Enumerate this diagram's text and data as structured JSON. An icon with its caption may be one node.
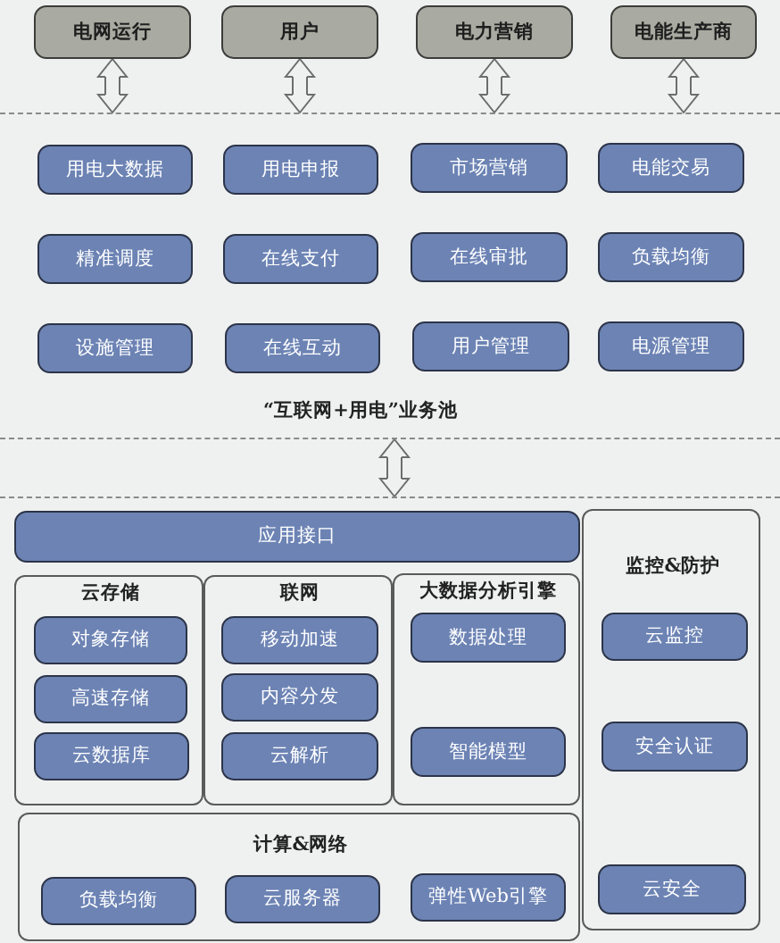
{
  "diagram": {
    "nodes": [
      {
        "text": [
          "电网运行"
        ]
      },
      {
        "text": [
          "用户"
        ]
      },
      {
        "text": [
          "电力营销"
        ]
      },
      {
        "text": [
          "电能生产商"
        ]
      },
      {
        "text": [
          "“互联网+用电”业务池"
        ]
      },
      {
        "text": [
          "用电大数据"
        ],
        "in": 4
      },
      {
        "text": [
          "用电申报"
        ],
        "in": 4
      },
      {
        "text": [
          "市场营销"
        ],
        "in": 4
      },
      {
        "text": [
          "电能交易"
        ],
        "in": 4
      },
      {
        "text": [
          "精准调度"
        ],
        "in": 4
      },
      {
        "text": [
          "在线支付"
        ],
        "in": 4
      },
      {
        "text": [
          "在线审批"
        ],
        "in": 4
      },
      {
        "text": [
          "负载均衡"
        ],
        "in": 4
      },
      {
        "text": [
          "设施管理"
        ],
        "in": 4
      },
      {
        "text": [
          "在线互动"
        ],
        "in": 4
      },
      {
        "text": [
          "用户管理"
        ],
        "in": 4
      },
      {
        "text": [
          "电源管理"
        ],
        "in": 4
      },
      {
        "text": [],
        "shape": "box"
      },
      {
        "text": [
          "应用接口"
        ],
        "in": 17
      },
      {
        "text": [
          "云存储"
        ],
        "in": 17
      },
      {
        "text": [
          "对象存储"
        ],
        "in": 19
      },
      {
        "text": [
          "高速存储"
        ],
        "in": 19
      },
      {
        "text": [
          "云数据库"
        ],
        "in": 19
      },
      {
        "text": [
          "联网"
        ],
        "in": 17
      },
      {
        "text": [
          "移动加速"
        ],
        "in": 23
      },
      {
        "text": [
          "内容分发"
        ],
        "in": 23
      },
      {
        "text": [
          "云解析"
        ],
        "in": 23
      },
      {
        "text": [
          "大数据分析引擎"
        ],
        "in": 17
      },
      {
        "text": [
          "数据处理"
        ],
        "in": 27
      },
      {
        "text": [
          "智能模型"
        ],
        "in": 27
      },
      {
        "text": [
          "计算&网络"
        ],
        "in": 17
      },
      {
        "text": [
          "负载均衡"
        ],
        "in": 30
      },
      {
        "text": [
          "云服务器"
        ],
        "in": 30
      },
      {
        "text": [
          "弹性Web引擎"
        ],
        "in": 30
      },
      {
        "text": [
          "监控&防护"
        ],
        "in": 17
      },
      {
        "text": [
          "云监控"
        ],
        "in": 34
      },
      {
        "text": [
          "安全认证"
        ],
        "in": 34
      },
      {
        "text": [
          "云安全"
        ],
        "in": 34
      }
    ],
    "edges": [
      {
        "from": 0,
        "to": 4,
        "arrow": "both"
      },
      {
        "from": 1,
        "to": 4,
        "arrow": "both"
      },
      {
        "from": 2,
        "to": 4,
        "arrow": "both"
      },
      {
        "from": 3,
        "to": 4,
        "arrow": "both"
      },
      {
        "from": 4,
        "to": 17,
        "arrow": "both"
      }
    ]
  }
}
